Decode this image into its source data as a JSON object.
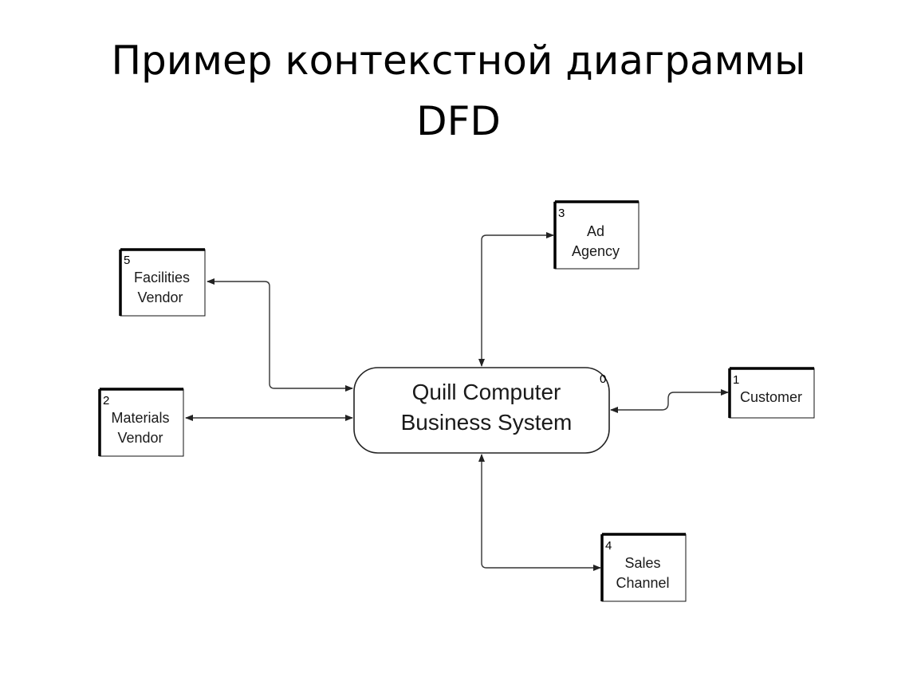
{
  "title": {
    "line1": "Пример контекстной диаграммы",
    "line2": "DFD"
  },
  "process": {
    "number": "0",
    "line1": "Quill Computer",
    "line2": "Business System"
  },
  "entities": {
    "customer": {
      "number": "1",
      "line1": "Customer"
    },
    "materials_vendor": {
      "number": "2",
      "line1": "Materials",
      "line2": "Vendor"
    },
    "ad_agency": {
      "number": "3",
      "line1": "Ad",
      "line2": "Agency"
    },
    "sales_channel": {
      "number": "4",
      "line1": "Sales",
      "line2": "Channel"
    },
    "facilities_vendor": {
      "number": "5",
      "line1": "Facilities",
      "line2": "Vendor"
    }
  }
}
